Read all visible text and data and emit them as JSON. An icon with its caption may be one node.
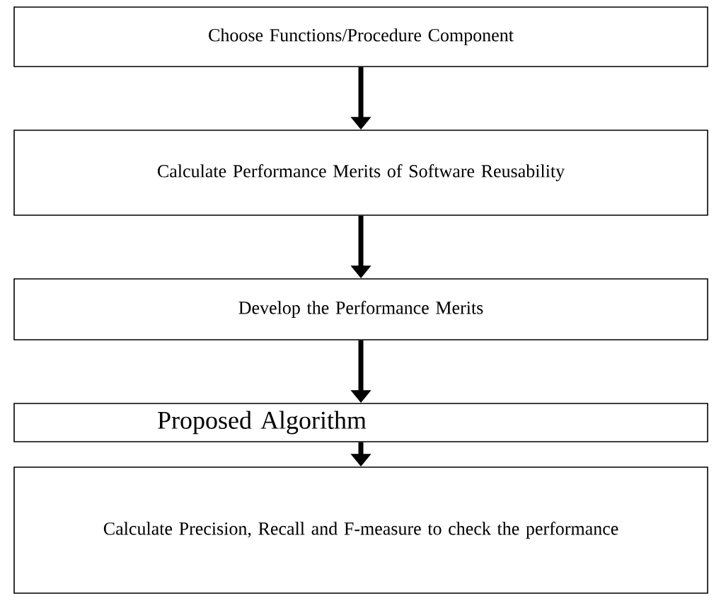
{
  "diagram": {
    "nodes": [
      {
        "text": [
          "Choose Functions/Procedure Component"
        ]
      },
      {
        "text": [
          "Calculate Performance Merits of Software Reusability"
        ]
      },
      {
        "text": [
          "Develop the Performance Merits"
        ]
      },
      {
        "text": [
          "Proposed Algorithm"
        ]
      },
      {
        "text": [
          "Calculate Precision, Recall and F-measure to check the performance"
        ]
      }
    ],
    "edges": [
      {
        "from": 0,
        "to": 1,
        "arrow": "to"
      },
      {
        "from": 1,
        "to": 2,
        "arrow": "to"
      },
      {
        "from": 2,
        "to": 3,
        "arrow": "to"
      },
      {
        "from": 3,
        "to": 4,
        "arrow": "to"
      }
    ]
  }
}
